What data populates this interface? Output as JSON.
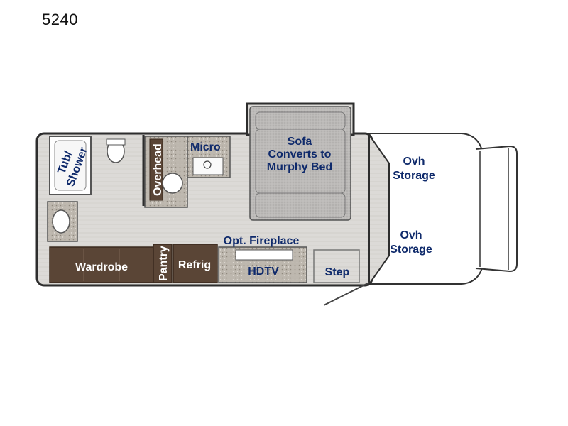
{
  "model": "5240",
  "labels": {
    "tub_shower": [
      "Tub/",
      "Shower"
    ],
    "overhead": "Overhead",
    "micro": "Micro",
    "sofa": [
      "Sofa",
      "Converts to",
      "Murphy Bed"
    ],
    "ovh_storage_top": [
      "Ovh",
      "Storage"
    ],
    "ovh_storage_bottom": [
      "Ovh",
      "Storage"
    ],
    "opt_fireplace": "Opt. Fireplace",
    "hdtv": "HDTV",
    "step": "Step",
    "wardrobe": "Wardrobe",
    "pantry": "Pantry",
    "refrig": "Refrig"
  },
  "colors": {
    "floor": "#d9d7d4",
    "label": "#0f2a6b",
    "cabinet": "#5a4536",
    "counter": "#b7b1a8",
    "outline": "#3a3a3a"
  }
}
